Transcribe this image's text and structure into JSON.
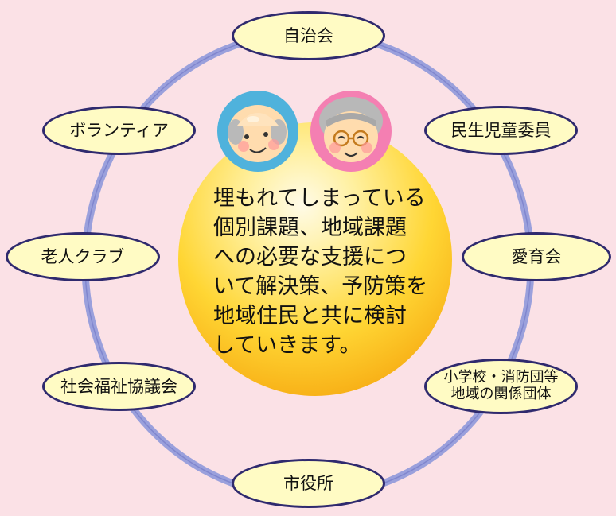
{
  "center": {
    "lines": [
      "埋もれてしまっている",
      "個別課題、地域課題",
      "への必要な支援につ",
      "いて解決策、予防策を",
      "地域住民と共に検討",
      "していきます。"
    ]
  },
  "nodes": {
    "jichikai": "自治会",
    "minsei": "民生児童委員",
    "aiikukai": "愛育会",
    "school_line1": "小学校・消防団等",
    "school_line2": "地域の関係団体",
    "shiyakusho": "市役所",
    "shakyo": "社会福祉協議会",
    "roujin": "老人クラブ",
    "volunteer": "ボランティア"
  },
  "colors": {
    "background": "#fbe1e6",
    "ring": "#9aa0dc",
    "node_fill": "#fffbc4",
    "node_border": "#2f2a6e",
    "center_fill": "#ffd23a"
  },
  "icons": {
    "avatar_left": "elderly-man-icon",
    "avatar_right": "elderly-woman-icon"
  }
}
